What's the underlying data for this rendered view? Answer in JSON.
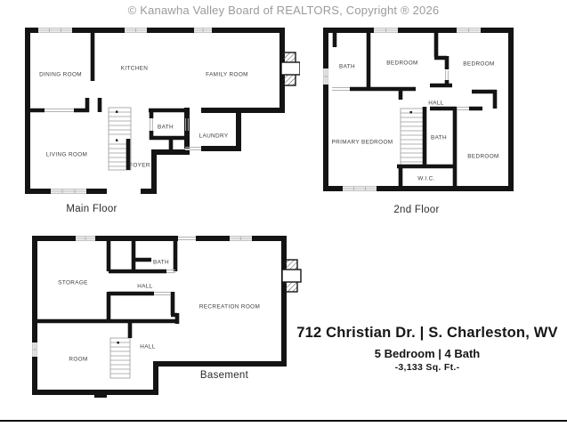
{
  "copyright": "© Kanawha Valley Board of REALTORS, Copyright ® 2026",
  "floors": {
    "main": {
      "name": "Main Floor",
      "rooms": {
        "dining": "DINING ROOM",
        "kitchen": "KITCHEN",
        "family": "FAMILY ROOM",
        "living": "LIVING ROOM",
        "bath": "BATH",
        "laundry": "LAUNDRY",
        "foyer": "FOYER"
      }
    },
    "second": {
      "name": "2nd Floor",
      "rooms": {
        "bath1": "BATH",
        "bedroom1": "BEDROOM",
        "bedroom2": "BEDROOM",
        "hall": "HALL",
        "primary": "PRIMARY BEDROOM",
        "bath2": "BATH",
        "bedroom3": "BEDROOM",
        "wic": "W.I.C."
      }
    },
    "basement": {
      "name": "Basement",
      "rooms": {
        "storage": "STORAGE",
        "bath": "BATH",
        "hall_upper": "HALL",
        "recreation": "RECREATION ROOM",
        "hall_lower": "HALL",
        "room": "ROOM"
      }
    }
  },
  "listing": {
    "address": "712 Christian Dr. | S. Charleston, WV",
    "beds_baths": "5 Bedroom | 4 Bath",
    "sqft": "-3,133 Sq. Ft.-"
  },
  "colors": {
    "wall": "#141414",
    "window_trim": "#b3b3b3",
    "copyright_text": "#9b9b9b"
  }
}
